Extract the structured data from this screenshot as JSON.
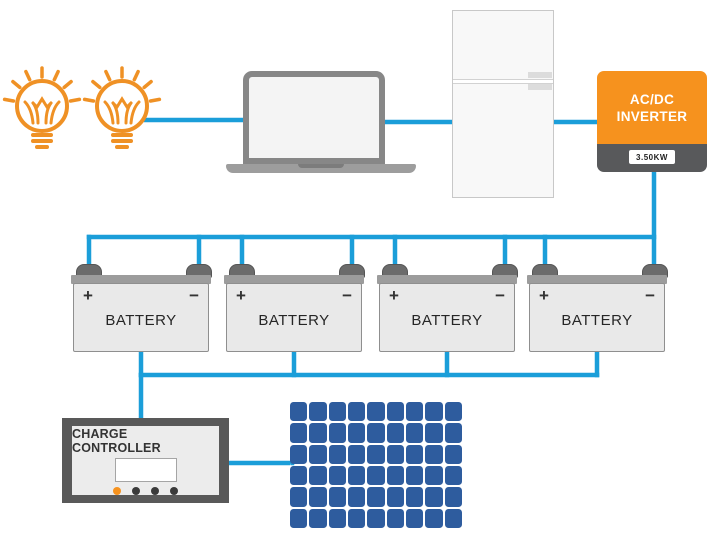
{
  "diagram": {
    "description": "Off-grid solar power system wiring diagram",
    "inverter": {
      "label_line1": "AC/DC",
      "label_line2": "INVERTER",
      "rating_badge": "3.50KW"
    },
    "batteries": [
      {
        "plus": "+",
        "minus": "−",
        "label": "BATTERY"
      },
      {
        "plus": "+",
        "minus": "−",
        "label": "BATTERY"
      },
      {
        "plus": "+",
        "minus": "−",
        "label": "BATTERY"
      },
      {
        "plus": "+",
        "minus": "−",
        "label": "BATTERY"
      }
    ],
    "charge_controller": {
      "label": "CHARGE CONTROLLER",
      "led_colors": [
        "#F6921E",
        "#3A3A3A",
        "#3A3A3A",
        "#3A3A3A"
      ]
    },
    "solar_panel": {
      "rows": 6,
      "cols": 9,
      "cell_color": "#2E5C9E"
    },
    "colors": {
      "wire": "#1B9ED9",
      "inverter_orange": "#F6921E",
      "inverter_dark": "#58595B",
      "bulb_orange": "#EF9125"
    }
  }
}
